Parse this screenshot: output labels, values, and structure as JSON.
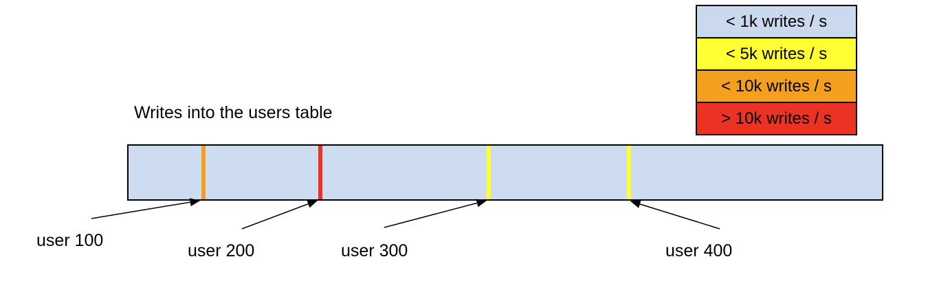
{
  "title": "Writes into the users table",
  "legend": {
    "items": [
      {
        "label": "< 1k writes / s",
        "color": "#CBD9EF"
      },
      {
        "label": "< 5k writes / s",
        "color": "#FFFF33"
      },
      {
        "label": "< 10k writes / s",
        "color": "#F4A01E"
      },
      {
        "label": "> 10k writes / s",
        "color": "#EB3323"
      }
    ]
  },
  "bar": {
    "fill_color": "#CEDCF2",
    "border_color": "#000000",
    "markers": [
      {
        "user": "user 100",
        "color": "#F4A01E",
        "x_frac": 0.0967
      },
      {
        "user": "user 200",
        "color": "#EB3323",
        "x_frac": 0.2518
      },
      {
        "user": "user 300",
        "color": "#FFFF33",
        "x_frac": 0.4753
      },
      {
        "user": "user 400",
        "color": "#FFFF33",
        "x_frac": 0.6615
      }
    ]
  }
}
